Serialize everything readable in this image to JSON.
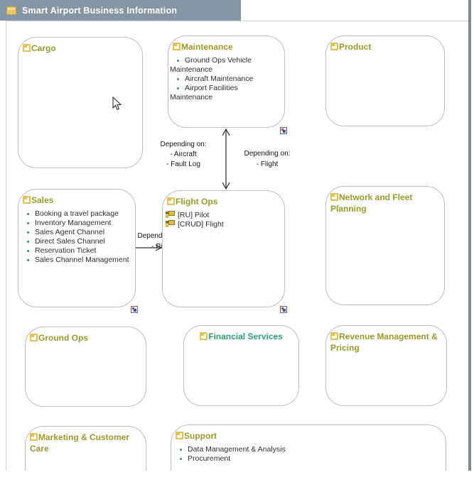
{
  "window": {
    "title": "Smart Airport Business Information"
  },
  "boxes": [
    {
      "id": "cargo",
      "title": "Cargo",
      "items": []
    },
    {
      "id": "maintenance",
      "title": "Maintenance",
      "items": [
        "Ground Ops Vehicle Maintenance",
        "Aircraft Maintenance",
        "Airport Facilities Maintenance"
      ]
    },
    {
      "id": "product",
      "title": "Product",
      "items": []
    },
    {
      "id": "sales",
      "title": "Sales",
      "items": [
        "Booking a travel package",
        "Inventory Management",
        "Sales Agent Channel",
        "Direct Sales Channel",
        "Reservation Ticket",
        "Sales Channel Management"
      ]
    },
    {
      "id": "flight-ops",
      "title": "Flight Ops",
      "items": [
        "[RU] Pilot",
        "[CRUD] Flight"
      ]
    },
    {
      "id": "network",
      "title": "Network and Fleet Planning",
      "items": []
    },
    {
      "id": "ground-ops",
      "title": "Ground Ops",
      "items": []
    },
    {
      "id": "financial",
      "title": "Financial Services",
      "items": []
    },
    {
      "id": "revenue",
      "title": "Revenue Management & Pricing",
      "items": []
    },
    {
      "id": "marketing",
      "title": "Marketing & Customer Care",
      "items": []
    },
    {
      "id": "support",
      "title": "Support",
      "items": [
        "Data Management & Analysis",
        "Procurement"
      ]
    }
  ],
  "connections": {
    "maintenance_flightops": {
      "left_label": {
        "lines": [
          "Depending on:",
          "- Aircraft",
          "- Fault Log"
        ]
      },
      "right_label": {
        "lines": [
          "Depending on:",
          "- Flight"
        ]
      }
    },
    "sales_flightops": {
      "label": {
        "lines": [
          "Depending on:",
          "- Pilot"
        ]
      }
    }
  },
  "colors": {
    "titlebar_bg": "#8495a3",
    "box_border": "#b5bfca",
    "capability_title": "#9a9a2b",
    "financial_title": "#2ba274",
    "bullet": "#3f9e84",
    "icon_yellow": "#e6c04f",
    "right_edge": "#7e8a95"
  }
}
